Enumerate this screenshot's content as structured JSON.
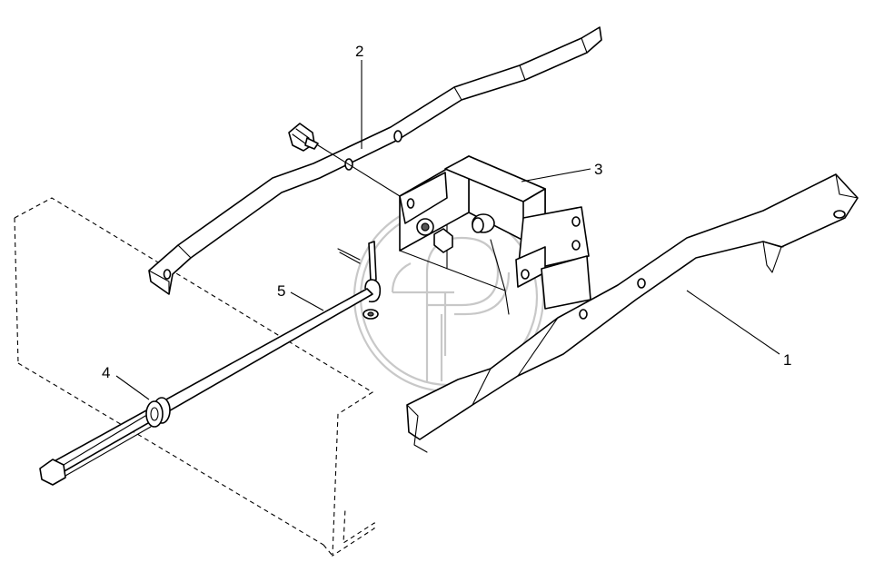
{
  "callouts": {
    "c1": "1",
    "c2": "2",
    "c3": "3",
    "c4": "4",
    "c5": "5"
  },
  "colors": {
    "line": "#000000",
    "background": "#ffffff",
    "watermark": "#c8c8c8"
  }
}
